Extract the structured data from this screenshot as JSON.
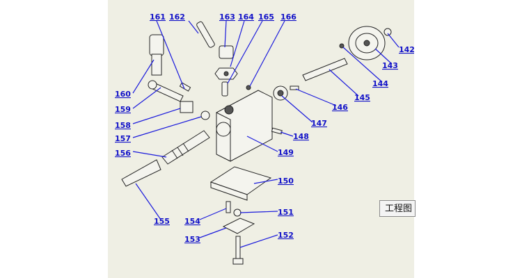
{
  "diagram": {
    "callouts": [
      {
        "id": "c161",
        "text": "161"
      },
      {
        "id": "c162",
        "text": "162"
      },
      {
        "id": "c163",
        "text": "163"
      },
      {
        "id": "c164",
        "text": "164"
      },
      {
        "id": "c165",
        "text": "165"
      },
      {
        "id": "c166",
        "text": "166"
      },
      {
        "id": "c142",
        "text": "142"
      },
      {
        "id": "c143",
        "text": "143"
      },
      {
        "id": "c144",
        "text": "144"
      },
      {
        "id": "c145",
        "text": "145"
      },
      {
        "id": "c146",
        "text": "146"
      },
      {
        "id": "c147",
        "text": "147"
      },
      {
        "id": "c148",
        "text": "148"
      },
      {
        "id": "c149",
        "text": "149"
      },
      {
        "id": "c150",
        "text": "150"
      },
      {
        "id": "c151",
        "text": "151"
      },
      {
        "id": "c152",
        "text": "152"
      },
      {
        "id": "c153",
        "text": "153"
      },
      {
        "id": "c154",
        "text": "154"
      },
      {
        "id": "c155",
        "text": "155"
      },
      {
        "id": "c156",
        "text": "156"
      },
      {
        "id": "c157",
        "text": "157"
      },
      {
        "id": "c158",
        "text": "158"
      },
      {
        "id": "c159",
        "text": "159"
      },
      {
        "id": "c160",
        "text": "160"
      }
    ]
  },
  "tooltip": {
    "text": "工程图"
  },
  "colors": {
    "sheet": "#efefe4",
    "label": "#1010c8",
    "leader": "#1a1adc"
  }
}
